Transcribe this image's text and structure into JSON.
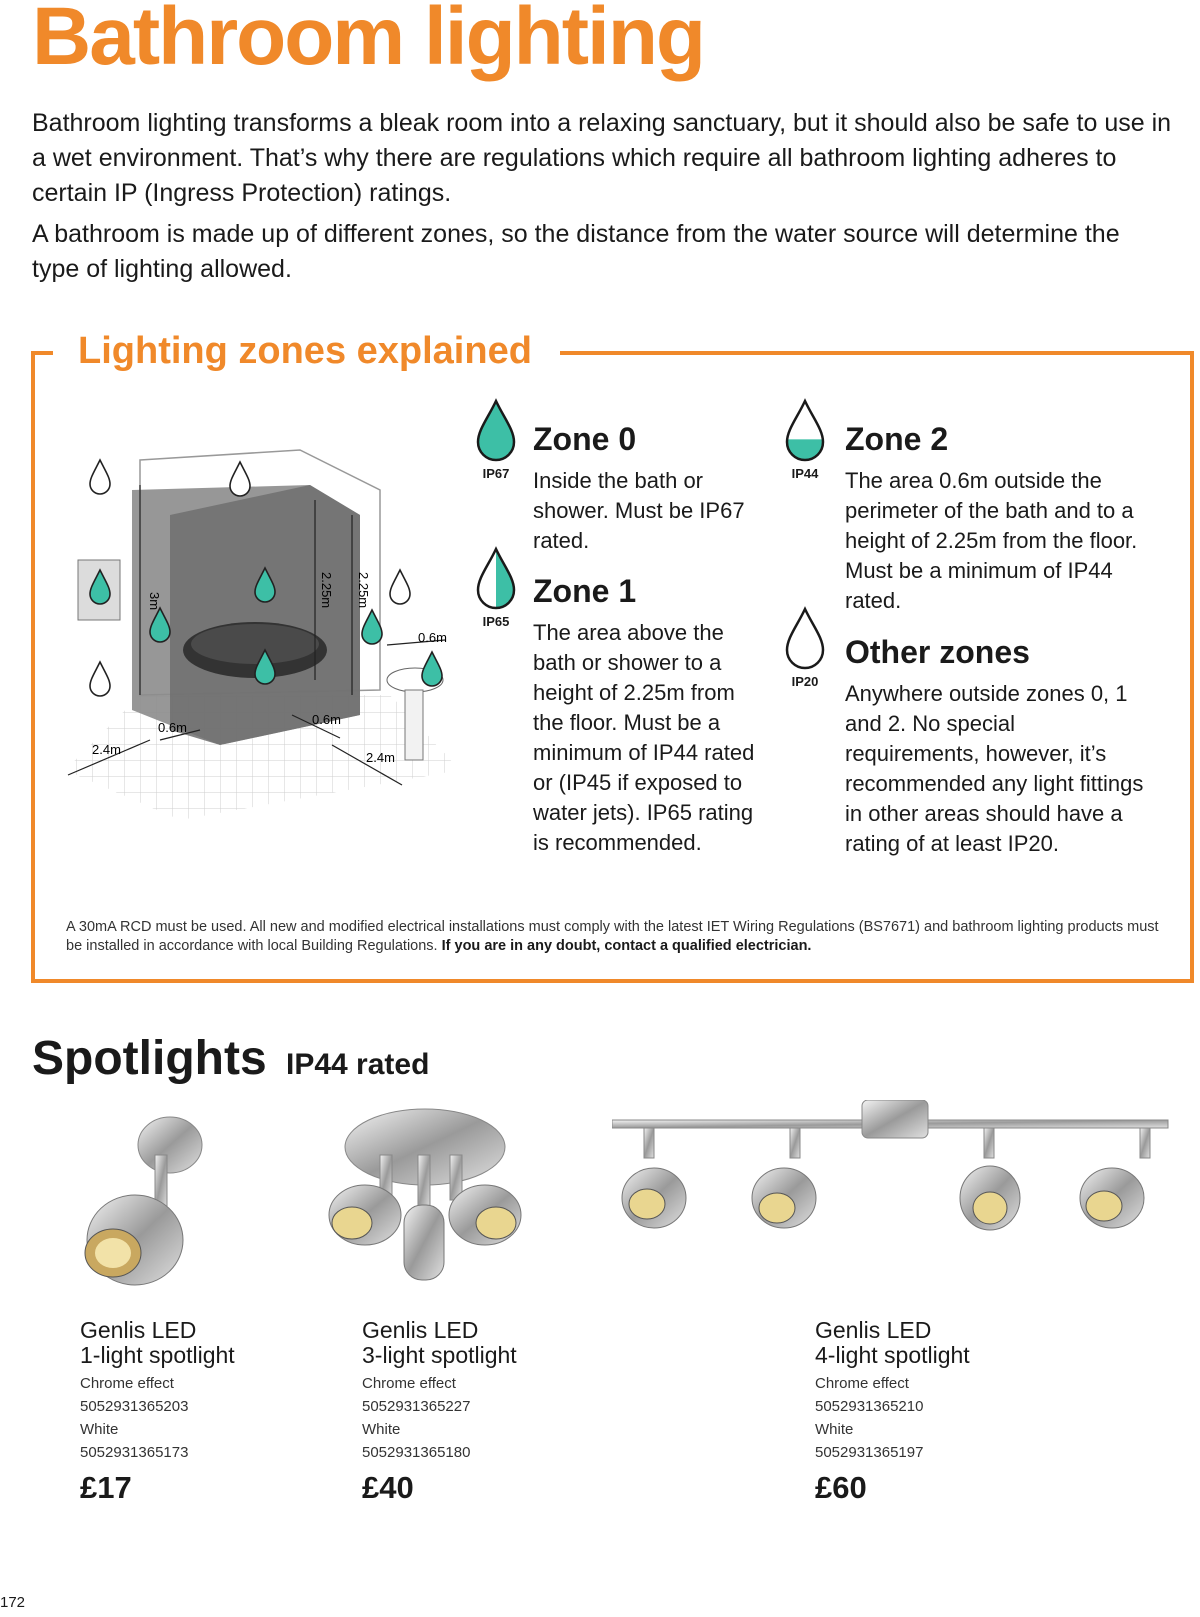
{
  "page": {
    "title": "Bathroom lighting",
    "intro": [
      "Bathroom lighting transforms a bleak room into a relaxing sanctuary, but it should also be safe to use in a wet environment. That’s why there are regulations which require all bathroom lighting adheres to certain IP (Ingress Protection) ratings.",
      "A bathroom is made up of different zones, so the distance from the water source will determine the type of lighting allowed."
    ],
    "page_number": "172"
  },
  "zones": {
    "title": "Lighting zones explained",
    "diagram_labels": {
      "h_3m": "3m",
      "h_225_a": "2.25m",
      "h_225_b": "2.25m",
      "d_06_sink": "0.6m",
      "d_06_left": "0.6m",
      "d_06_front": "0.6m",
      "d_24_left": "2.4m",
      "d_24_front": "2.4m"
    },
    "items": [
      {
        "name": "Zone 0",
        "ip": "IP67",
        "fill": 1.0,
        "text": "Inside the bath or shower. Must be IP67 rated."
      },
      {
        "name": "Zone 1",
        "ip": "IP65",
        "fill": 0.5,
        "text": "The area above the bath or shower to a height of 2.25m from the floor. Must be a minimum of IP44 rated or (IP45 if exposed to water jets). IP65 rating is recommended."
      },
      {
        "name": "Zone 2",
        "ip": "IP44",
        "fill": 0.35,
        "text": "The area 0.6m outside the perimeter of the bath and to a height of 2.25m from the floor. Must be a minimum of IP44 rated."
      },
      {
        "name": "Other zones",
        "ip": "IP20",
        "fill": 0.0,
        "text": "Anywhere outside zones 0, 1 and 2. No special requirements, however, it’s recommended any light fittings in other areas should have a rating of at least IP20."
      }
    ],
    "footnote": "A 30mA RCD must be used. All new and modified electrical installations must comply with the latest IET Wiring Regulations (BS7671) and bathroom lighting products must be installed in accordance with local Building Regulations.",
    "footnote_bold": "If you are in any doubt, contact a qualified electrician.",
    "colors": {
      "accent": "#f0892a",
      "water": "#3dbfa6"
    }
  },
  "spotlights": {
    "heading": "Spotlights",
    "subheading": "IP44 rated",
    "products": [
      {
        "name_line1": "Genlis LED",
        "name_line2": "1-light spotlight",
        "finish1": "Chrome effect",
        "code1": "5052931365203",
        "finish2": "White",
        "code2": "5052931365173",
        "price": "£17"
      },
      {
        "name_line1": "Genlis LED",
        "name_line2": "3-light spotlight",
        "finish1": "Chrome effect",
        "code1": "5052931365227",
        "finish2": "White",
        "code2": "5052931365180",
        "price": "£40"
      },
      {
        "name_line1": "Genlis LED",
        "name_line2": "4-light spotlight",
        "finish1": "Chrome effect",
        "code1": "5052931365210",
        "finish2": "White",
        "code2": "5052931365197",
        "price": "£60"
      }
    ]
  }
}
